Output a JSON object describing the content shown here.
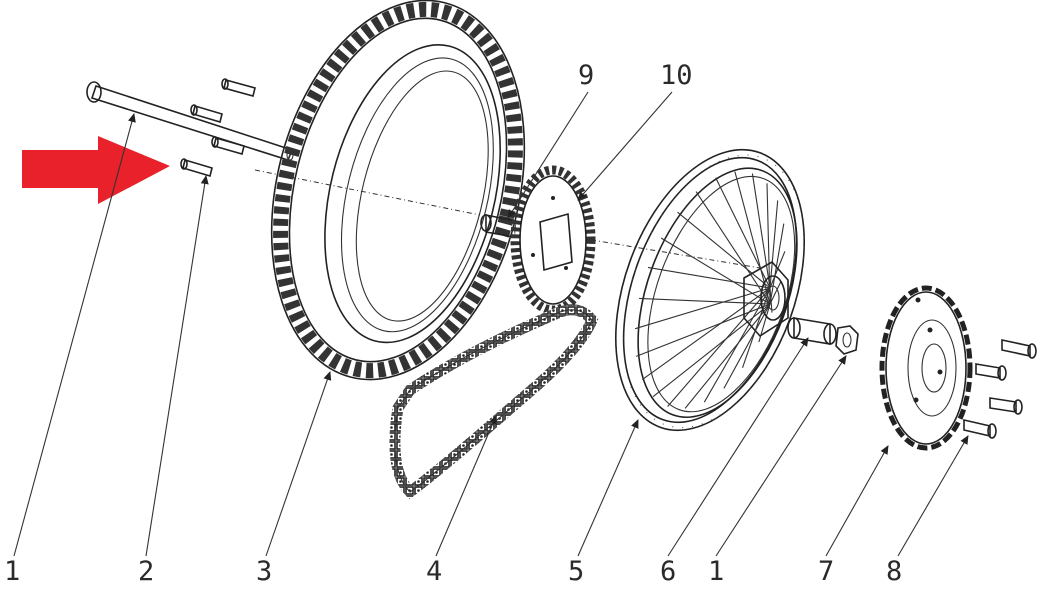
{
  "diagram": {
    "arrow_color": "#e8212a",
    "callouts": [
      {
        "id": "c1a",
        "label": "1"
      },
      {
        "id": "c2",
        "label": "2"
      },
      {
        "id": "c3",
        "label": "3"
      },
      {
        "id": "c4",
        "label": "4"
      },
      {
        "id": "c5",
        "label": "5"
      },
      {
        "id": "c6",
        "label": "6"
      },
      {
        "id": "c1b",
        "label": "1"
      },
      {
        "id": "c7",
        "label": "7"
      },
      {
        "id": "c8",
        "label": "8"
      },
      {
        "id": "c9",
        "label": "9"
      },
      {
        "id": "c10",
        "label": "10"
      }
    ]
  }
}
